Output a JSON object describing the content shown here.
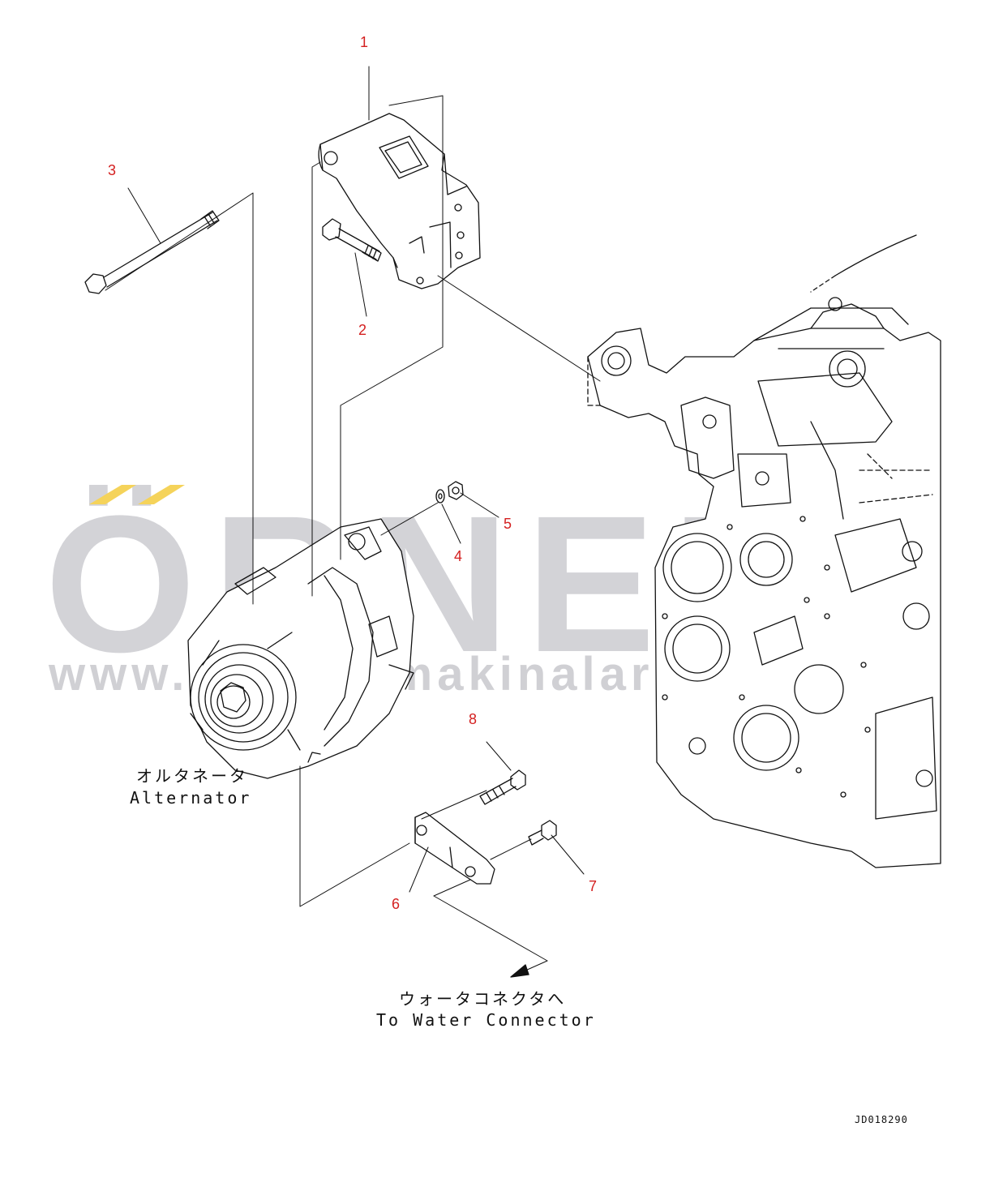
{
  "callouts": [
    {
      "id": "1",
      "label": "1"
    },
    {
      "id": "2",
      "label": "2"
    },
    {
      "id": "3",
      "label": "3"
    },
    {
      "id": "4",
      "label": "4"
    },
    {
      "id": "5",
      "label": "5"
    },
    {
      "id": "6",
      "label": "6"
    },
    {
      "id": "7",
      "label": "7"
    },
    {
      "id": "8",
      "label": "8"
    }
  ],
  "labels": {
    "alternator_jp": "オルタネータ",
    "alternator_en": "Alternator",
    "water_connector_jp": "ウォータコネクタへ",
    "water_connector_en": "To Water Connector"
  },
  "document_id": "JD018290",
  "watermark": {
    "brand": "ÖRNEK",
    "url": "www.ornekismakinalari.com.tr"
  },
  "colors": {
    "callout": "#d42020",
    "line": "#111111",
    "watermark": "#9696a0",
    "accent": "#f5d35a"
  }
}
